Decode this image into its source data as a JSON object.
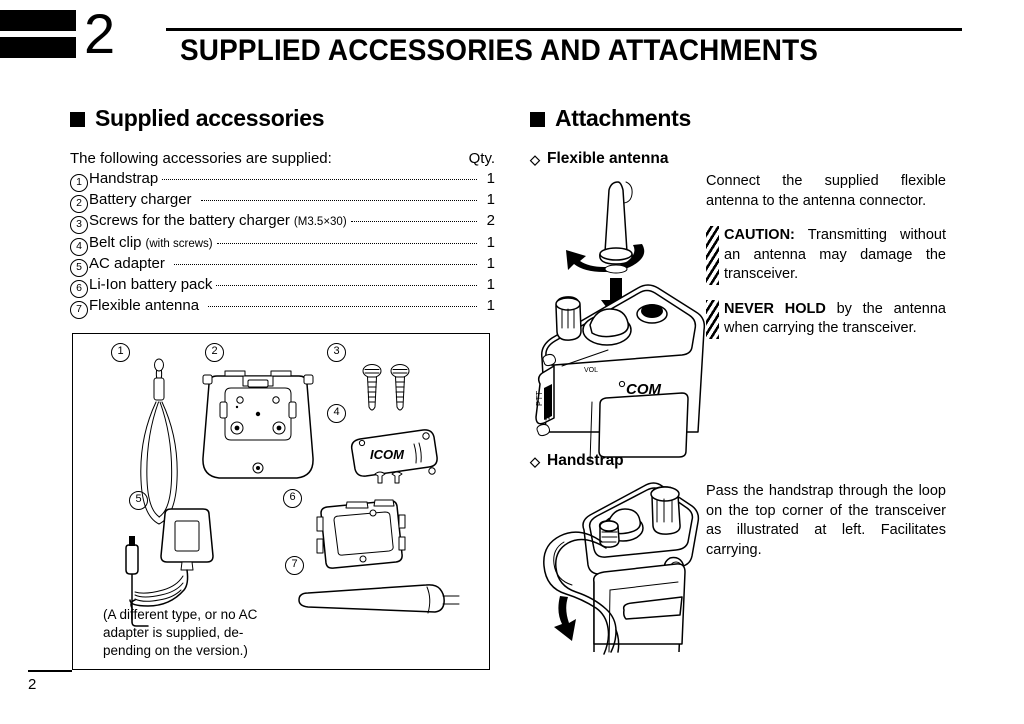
{
  "header": {
    "chapter_number": "2",
    "title": "SUPPLIED ACCESSORIES AND ATTACHMENTS"
  },
  "left_column": {
    "section_title": "Supplied accessories",
    "intro": "The following accessories are supplied:",
    "qty_header": "Qty.",
    "items": [
      {
        "num": "1",
        "label": "Handstrap",
        "note": "",
        "qty": "1"
      },
      {
        "num": "2",
        "label": "Battery charger",
        "note": "",
        "qty": "1"
      },
      {
        "num": "3",
        "label": "Screws for the battery charger",
        "note": "(M3.5×30)",
        "qty": "2"
      },
      {
        "num": "4",
        "label": "Belt clip",
        "note": "(with screws)",
        "qty": "1"
      },
      {
        "num": "5",
        "label": "AC adapter",
        "note": "",
        "qty": "1"
      },
      {
        "num": "6",
        "label": "Li-Ion battery pack",
        "note": "",
        "qty": "1"
      },
      {
        "num": "7",
        "label": "Flexible antenna",
        "note": "",
        "qty": "1"
      }
    ],
    "figure": {
      "callouts": [
        "1",
        "2",
        "3",
        "4",
        "5",
        "6",
        "7"
      ],
      "brand_text": "ICOM",
      "caption_line1": "(A different type, or no AC",
      "caption_line2": "adapter is supplied, de-",
      "caption_line3": "pending on the version.)"
    }
  },
  "right_column": {
    "section_title": "Attachments",
    "flexible_antenna": {
      "sub_title": "Flexible antenna",
      "paragraph": "Connect the supplied flexible antenna to the antenna connector.",
      "caution_label": "CAUTION:",
      "caution_text": " Transmitting without an antenna may damage the transceiver.",
      "never_hold_label": "NEVER HOLD",
      "never_hold_text": " by the antenna when carrying the transceiver.",
      "figure_brand": "ICOM"
    },
    "handstrap": {
      "sub_title": "Handstrap",
      "paragraph": "Pass the handstrap through the loop on the top corner of the transceiver as illustrated at left. Facilitates carrying."
    }
  },
  "footer": {
    "page_number": "2"
  },
  "icons": {
    "square_bullet": "■",
    "diamond_bullet": "◇"
  }
}
